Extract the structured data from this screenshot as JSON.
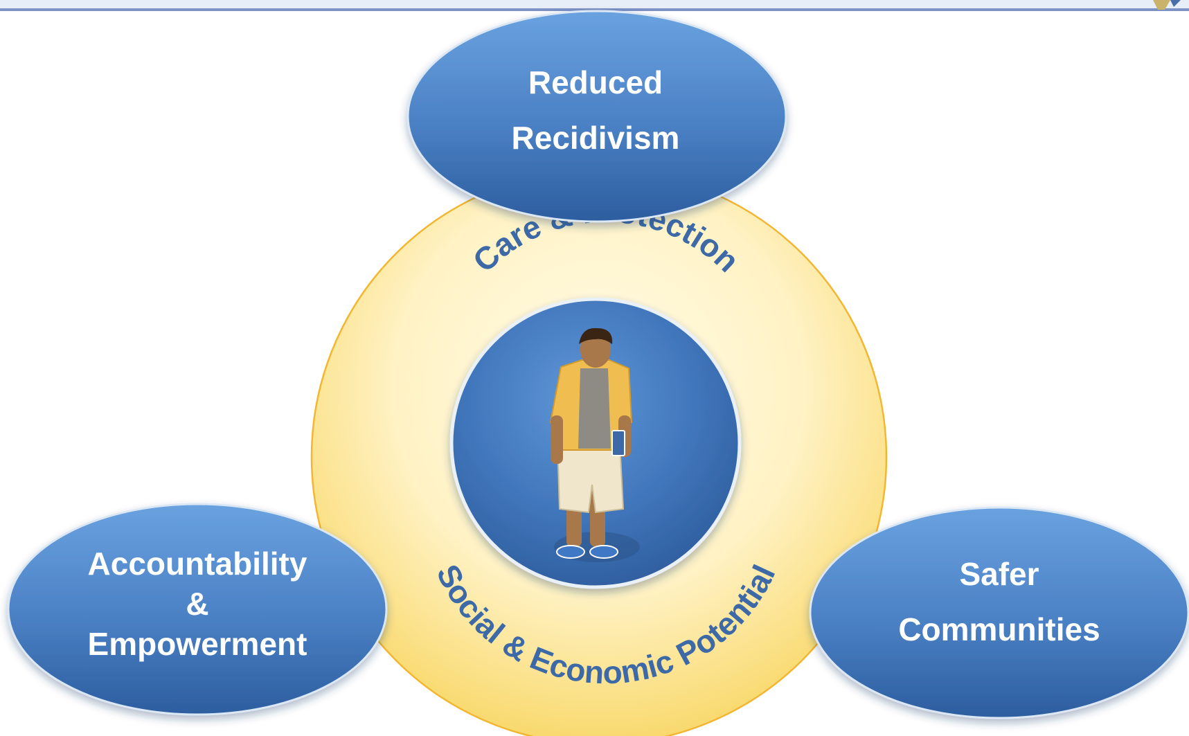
{
  "colors": {
    "oval_top": "#6fa3dd",
    "oval_bottom": "#2f62a6",
    "ring_light": "#fff6d4",
    "ring_dark": "#f9d86a",
    "ring_stroke": "#f2b632",
    "arc_text": "#3d6aa6",
    "top_bar": "#7d93c4"
  },
  "top_oval": {
    "line1": "Reduced",
    "line2": "Recidivism"
  },
  "left_oval": {
    "line1": "Accountability",
    "line2": "&",
    "line3": "Empowerment"
  },
  "right_oval": {
    "line1": "Safer",
    "line2": "Communities"
  },
  "ring": {
    "top_arc_text": "Care & Protection",
    "bottom_arc_text": "Social & Economic Potential"
  },
  "center": {
    "figure": "youth-figure"
  }
}
